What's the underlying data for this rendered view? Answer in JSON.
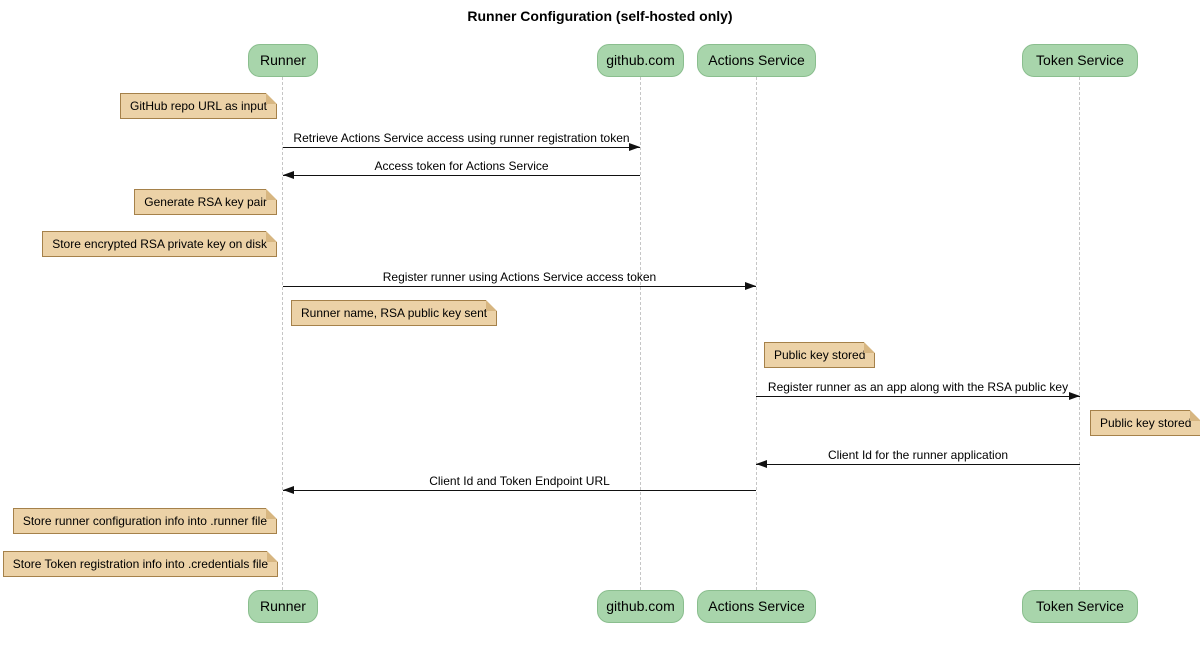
{
  "diagram": {
    "type": "sequence-diagram",
    "title": "Runner Configuration (self-hosted only)"
  },
  "participants": [
    {
      "name": "Runner"
    },
    {
      "name": "github.com"
    },
    {
      "name": "Actions Service"
    },
    {
      "name": "Token Service"
    }
  ],
  "messages": [
    {
      "label": "Retrieve Actions Service access using runner registration token",
      "from": "Runner",
      "to": "github.com",
      "direction": "right"
    },
    {
      "label": "Access token for Actions Service",
      "from": "github.com",
      "to": "Runner",
      "direction": "left"
    },
    {
      "label": "Register runner using Actions Service access token",
      "from": "Runner",
      "to": "Actions Service",
      "direction": "right"
    },
    {
      "label": "Register runner as an app along with the RSA public key",
      "from": "Actions Service",
      "to": "Token Service",
      "direction": "right"
    },
    {
      "label": "Client Id for the runner application",
      "from": "Token Service",
      "to": "Actions Service",
      "direction": "left"
    },
    {
      "label": "Client Id and Token Endpoint URL",
      "from": "Actions Service",
      "to": "Runner",
      "direction": "left"
    }
  ],
  "notes": [
    {
      "text": "GitHub repo URL as input",
      "anchor": "left of Runner"
    },
    {
      "text": "Generate RSA key pair",
      "anchor": "left of Runner"
    },
    {
      "text": "Store encrypted RSA private key on disk",
      "anchor": "left of Runner"
    },
    {
      "text": "Runner name, RSA public key sent",
      "anchor": "right of Runner"
    },
    {
      "text": "Public key stored",
      "anchor": "right of Actions Service"
    },
    {
      "text": "Public key stored",
      "anchor": "right of Token Service"
    },
    {
      "text": "Store runner configuration info into .runner file",
      "anchor": "left of Runner"
    },
    {
      "text": "Store Token registration info into .credentials file",
      "anchor": "left of Runner"
    }
  ],
  "colors": {
    "background": "#ffffff",
    "participant_fill": "#a8d5ab",
    "participant_border": "#8abe8e",
    "note_fill": "#ecd2a7",
    "note_border": "#a5814a",
    "note_fold": "#d7b681",
    "lifeline": "#c6c6c6",
    "message": "#111111"
  }
}
